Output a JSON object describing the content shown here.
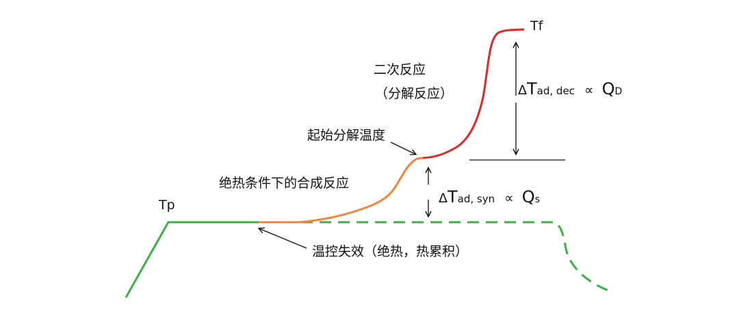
{
  "labels": {
    "tp": "Tp",
    "tf": "Tf",
    "secondary_reaction": "二次反应",
    "decomposition_reaction": "（分解反应）",
    "onset_decomposition_temp": "起始分解温度",
    "adiabatic_synthesis": "绝热条件下的合成反应",
    "cooling_failure": "温控失效（绝热，热累积）",
    "delta_dec": {
      "delta": "Δ",
      "t": "T",
      "sub": "ad, dec",
      "prop": "∝",
      "q": "Q",
      "qsub": "D"
    },
    "delta_syn": {
      "delta": "Δ",
      "t": "T",
      "sub": "ad, syn",
      "prop": "∝",
      "q": "Q",
      "qsub": "s"
    }
  },
  "colors": {
    "normal_process": "#3cb043",
    "synthesis_runaway": "#f0843a",
    "decomposition_runaway": "#e0262b",
    "annotation": "#111111"
  }
}
